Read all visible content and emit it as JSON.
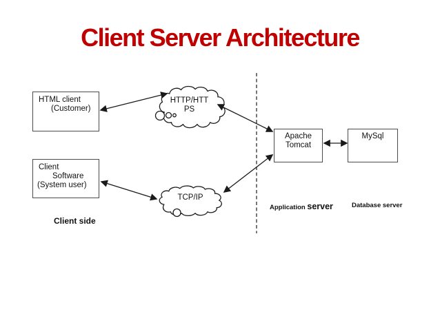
{
  "title": "Client Server Architecture",
  "nodes": {
    "html_client": {
      "line1": "HTML client",
      "line2": "(Customer)"
    },
    "client_software": {
      "line1": "Client",
      "line2": "Software",
      "line3": "(System user)"
    },
    "http_cloud": {
      "line1": "HTTP/HTT",
      "line2": "PS"
    },
    "tcp_cloud": {
      "label": "TCP/IP"
    },
    "apache": {
      "line1": "Apache",
      "line2": "Tomcat"
    },
    "mysql": {
      "label": "MySql"
    }
  },
  "labels": {
    "client_side": "Client side",
    "application_server_prefix": "Application ",
    "application_server_emphasis": "server",
    "database_server": "Database server"
  },
  "colors": {
    "title": "#c00000",
    "stroke": "#1a1a1a",
    "box_border": "#4a4a4a"
  }
}
